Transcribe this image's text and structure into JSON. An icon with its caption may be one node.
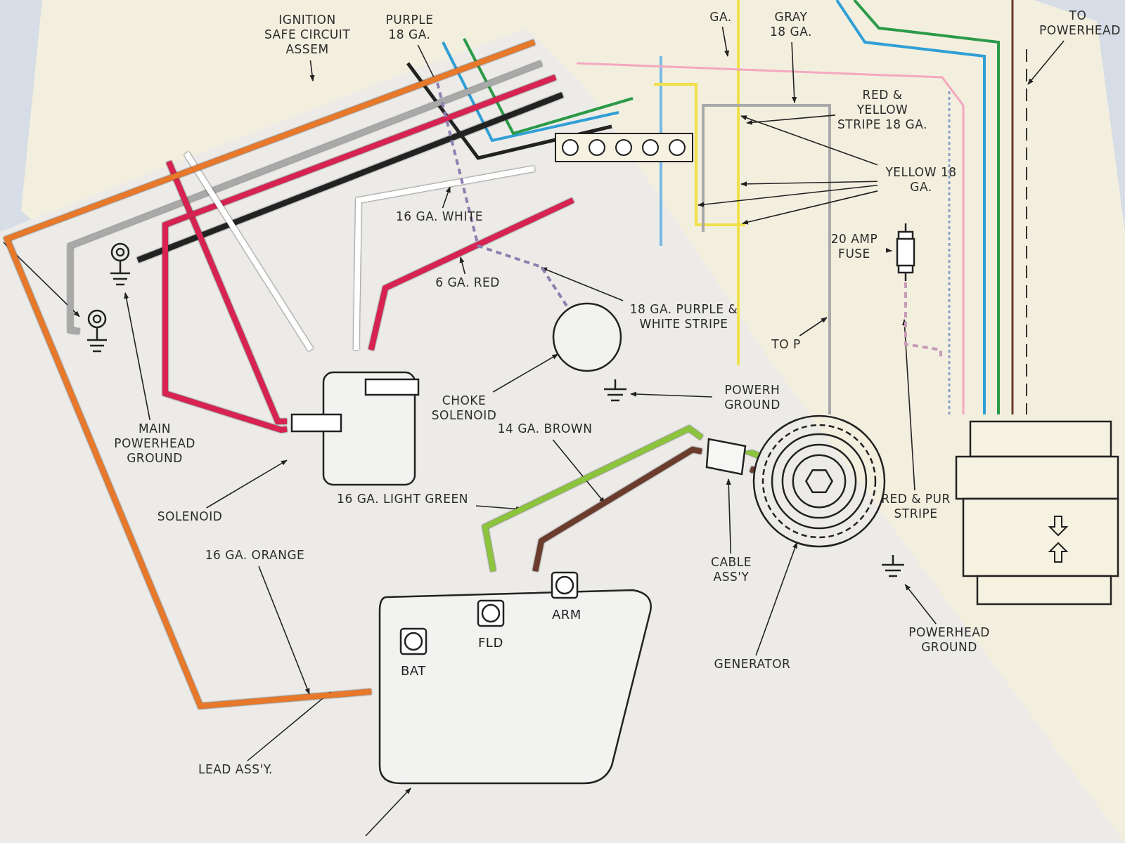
{
  "diagram": {
    "nodes": [
      {
        "text": [
          "MAIN POWERHEAD GROUND"
        ]
      },
      {
        "text": [],
        "shape": "picture"
      },
      {
        "text": [],
        "shape": "picture"
      },
      {
        "text": [
          "16 GA. WHITE"
        ]
      },
      {
        "text": [
          "6 GA. RED"
        ]
      },
      {
        "text": [
          "18 GA. PURPLE & WHITE STRIPE"
        ]
      },
      {
        "text": [
          "CHOKE SOLENOID"
        ]
      },
      {
        "text": [],
        "shape": "circle"
      },
      {
        "text": [
          "SOLENOID"
        ]
      },
      {
        "text": [],
        "shape": "picture"
      },
      {
        "text": [
          "16 GA. LIGHT GREEN"
        ]
      },
      {
        "text": [
          "14 GA. BROWN"
        ]
      },
      {
        "text": [
          "16 GA. ORANGE"
        ]
      },
      {
        "text": [
          "LEAD ASS'Y."
        ]
      },
      {
        "text": [
          "BAT",
          "FLD",
          "ARM"
        ]
      },
      {
        "text": [
          "CABLE ASS'Y"
        ]
      },
      {
        "text": [],
        "shape": "picture"
      },
      {
        "text": [
          "GENERATOR"
        ]
      },
      {
        "text": [],
        "shape": "picture"
      },
      {
        "text": [
          "POWERHEAD GROUND"
        ]
      },
      {
        "text": [],
        "shape": "picture"
      },
      {
        "text": [
          "POWERH GROUND"
        ]
      },
      {
        "text": [],
        "shape": "picture"
      },
      {
        "text": [
          "IGNITION SAFE CIRCUIT ASSEM"
        ]
      },
      {
        "text": [
          "PURPLE 18 GA."
        ]
      },
      {
        "text": [
          "GA."
        ]
      },
      {
        "text": [
          "GRAY 18 GA."
        ]
      },
      {
        "text": [
          "RED & YELLOW STRIPE 18 GA."
        ]
      },
      {
        "text": [
          "YELLOW 18 GA."
        ]
      },
      {
        "text": [
          "20 AMP FUSE"
        ]
      },
      {
        "text": [],
        "shape": "picture"
      },
      {
        "text": [
          "TO POWERHEAD"
        ]
      },
      {
        "text": [
          "TO P"
        ]
      },
      {
        "text": [
          "RED & PUR STRIPE"
        ]
      }
    ],
    "edges": [
      {
        "from": 0,
        "to": 1,
        "arrow": "to"
      },
      {
        "from": null,
        "to": 2,
        "arrow": "to"
      },
      {
        "from": 3,
        "to": null,
        "arrow": "to"
      },
      {
        "from": 4,
        "to": null,
        "arrow": "to"
      },
      {
        "from": 5,
        "to": null,
        "arrow": "to"
      },
      {
        "from": 6,
        "to": 7,
        "arrow": "to"
      },
      {
        "from": 8,
        "to": 9,
        "arrow": "to"
      },
      {
        "from": 10,
        "to": null,
        "arrow": "to"
      },
      {
        "from": 11,
        "to": null,
        "arrow": "to"
      },
      {
        "from": 12,
        "to": null,
        "arrow": "to"
      },
      {
        "from": 13,
        "to": null,
        "arrow": "to"
      },
      {
        "from": 15,
        "to": 16,
        "arrow": "to"
      },
      {
        "from": 17,
        "to": 18,
        "arrow": "to"
      },
      {
        "from": 19,
        "to": 20,
        "arrow": "to"
      },
      {
        "from": 21,
        "to": 22,
        "arrow": "to"
      },
      {
        "from": null,
        "to": 14,
        "arrow": "to"
      },
      {
        "from": 23,
        "to": null,
        "arrow": "to"
      },
      {
        "from": 24,
        "to": null,
        "arrow": "none"
      },
      {
        "from": 25,
        "to": null,
        "arrow": "to"
      },
      {
        "from": 26,
        "to": null,
        "arrow": "to"
      },
      {
        "from": 27,
        "to": null,
        "arrow": "to"
      },
      {
        "from": 28,
        "to": null,
        "arrow": "to"
      },
      {
        "from": 28,
        "to": null,
        "arrow": "to"
      },
      {
        "from": 28,
        "to": null,
        "arrow": "to"
      },
      {
        "from": 28,
        "to": null,
        "arrow": "to"
      },
      {
        "from": 29,
        "to": 30,
        "arrow": "to"
      },
      {
        "from": 31,
        "to": null,
        "arrow": "to"
      },
      {
        "from": 32,
        "to": null,
        "arrow": "to"
      },
      {
        "from": 33,
        "to": null,
        "arrow": "to"
      },
      {
        "from": null,
        "to": 1,
        "arrow": "none",
        "style": "thick",
        "color": "#222222"
      },
      {
        "from": null,
        "to": 2,
        "arrow": "none",
        "style": "thick",
        "color": "#a9a9a9"
      },
      {
        "from": null,
        "to": 9,
        "arrow": "none",
        "style": "thick",
        "color": "#d82352"
      },
      {
        "from": null,
        "to": 9,
        "arrow": "none",
        "style": "thick",
        "color": "#d82352"
      },
      {
        "from": 9,
        "to": null,
        "arrow": "none",
        "style": "thick",
        "color": "#d82352"
      },
      {
        "from": null,
        "to": 9,
        "arrow": "none",
        "style": "thick",
        "color": "#ffffff"
      },
      {
        "from": null,
        "to": 9,
        "arrow": "none",
        "style": "thick",
        "color": "#ffffff"
      },
      {
        "from": null,
        "to": 14,
        "arrow": "none",
        "style": "thick",
        "color": "#e8782a"
      },
      {
        "from": 14,
        "to": 16,
        "arrow": "none",
        "style": "thick",
        "color": "#8cc43b"
      },
      {
        "from": 14,
        "to": 16,
        "arrow": "none",
        "style": "thick",
        "color": "#6b3b2b"
      },
      {
        "from": 16,
        "to": 18,
        "arrow": "none",
        "style": "thick",
        "color": "#8cc43b"
      },
      {
        "from": 16,
        "to": 18,
        "arrow": "none",
        "style": "thick",
        "color": "#6b3b2b"
      },
      {
        "from": null,
        "to": 7,
        "arrow": "none",
        "style": "dashed",
        "color": "#8d7fb0"
      },
      {
        "from": 30,
        "to": null,
        "arrow": "none",
        "style": "dashed",
        "color": "#c79bb8"
      }
    ]
  }
}
